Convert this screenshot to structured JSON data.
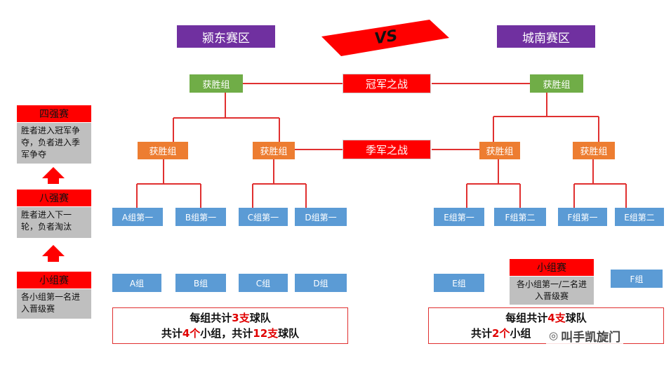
{
  "zones": {
    "left": "颍东赛区",
    "right": "城南赛区",
    "vs": "VS"
  },
  "finals": {
    "champion": "冠军之战",
    "third_place": "季军之战"
  },
  "winners_label": "获胜组",
  "left_slots": [
    "A组第一",
    "B组第一",
    "C组第一",
    "D组第一"
  ],
  "right_slots": [
    "E组第一",
    "F组第二",
    "F组第一",
    "E组第二"
  ],
  "left_groups": [
    "A组",
    "B组",
    "C组",
    "D组"
  ],
  "right_groups": [
    "E组",
    "F组"
  ],
  "stages": {
    "semi": {
      "title": "四强赛",
      "desc": "胜者进入冠军争夺，负者进入季军争夺"
    },
    "quarter": {
      "title": "八强赛",
      "desc": "胜者进入下一轮，负者淘汰"
    },
    "group": {
      "title": "小组赛",
      "desc": "各小组第一名进入晋级赛"
    }
  },
  "right_group_stage": {
    "title": "小组赛",
    "desc": "各小组第一/二名进入晋级赛"
  },
  "summary_left": {
    "l1a": "每组共计",
    "l1n": "3支",
    "l1b": "球队",
    "l2a": "共计",
    "l2n": "4个",
    "l2b": "小组，共计",
    "l2m": "12支",
    "l2c": "球队"
  },
  "summary_right": {
    "l1a": "每组共计",
    "l1n": "4支",
    "l1b": "球队",
    "l2a": "共计",
    "l2n": "2个",
    "l2b": "小组"
  },
  "watermark": "叫手凯旋门",
  "colors": {
    "purple": "#7030a0",
    "green": "#70ad47",
    "orange": "#ed7d31",
    "blue": "#5b9bd5",
    "red": "#ff0000",
    "gray": "#bfbfbf"
  }
}
